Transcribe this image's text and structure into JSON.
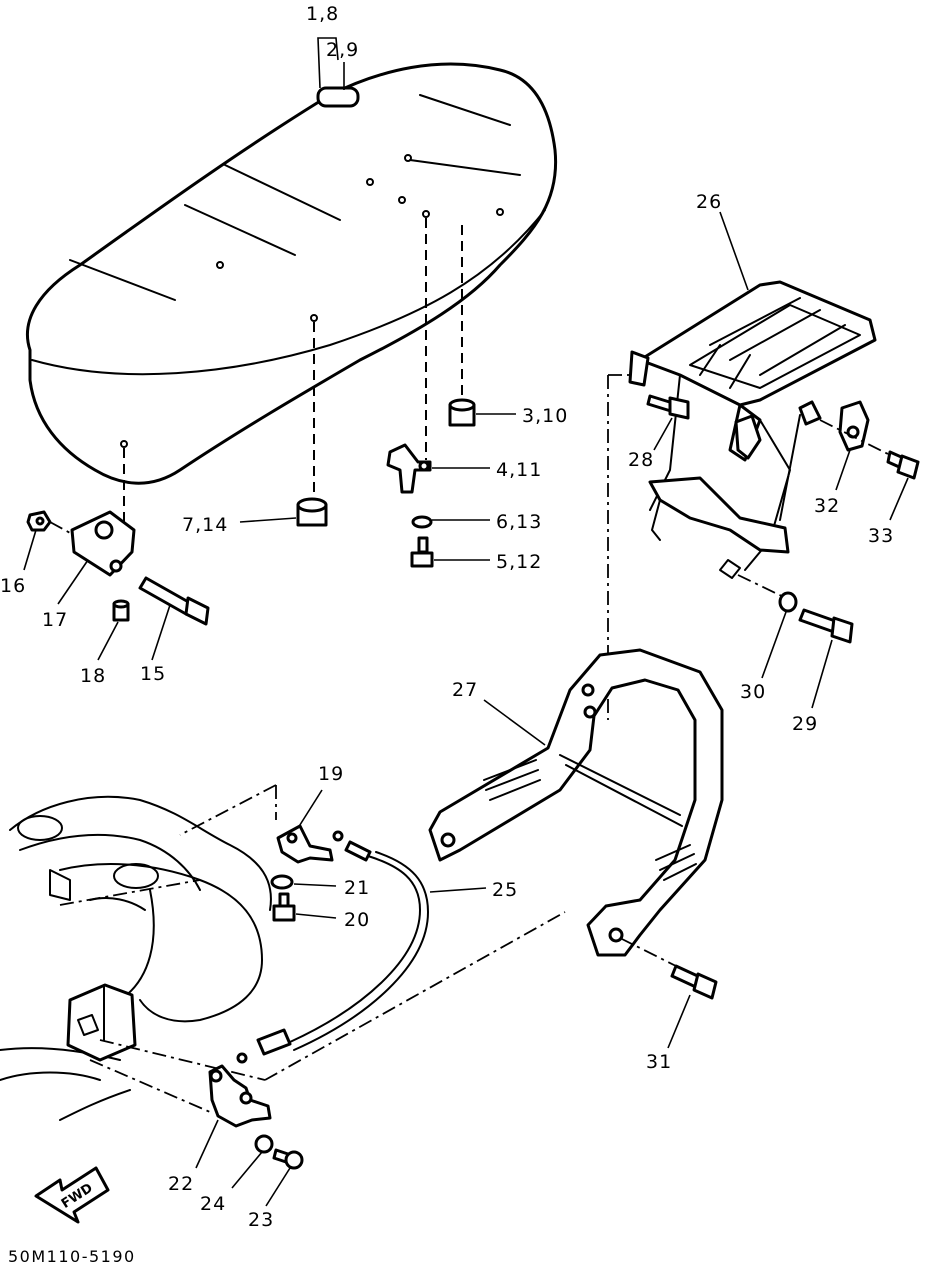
{
  "diagram": {
    "catalog_code": "50M110-5190",
    "fwd_arrow_text": "FWD",
    "callouts": {
      "c_1_8": "1,8",
      "c_2_9": "2,9",
      "c_3_10": "3,10",
      "c_4_11": "4,11",
      "c_6_13": "6,13",
      "c_5_12": "5,12",
      "c_7_14": "7,14",
      "c_16": "16",
      "c_17": "17",
      "c_18": "18",
      "c_15": "15",
      "c_26": "26",
      "c_28": "28",
      "c_32": "32",
      "c_33": "33",
      "c_30": "30",
      "c_29": "29",
      "c_27": "27",
      "c_19": "19",
      "c_21": "21",
      "c_20": "20",
      "c_25": "25",
      "c_31": "31",
      "c_22": "22",
      "c_24": "24",
      "c_23": "23"
    }
  }
}
